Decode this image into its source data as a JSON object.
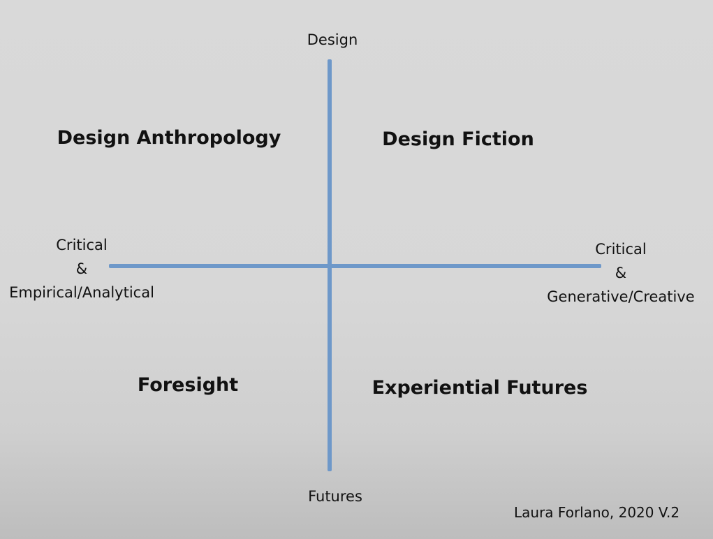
{
  "axes": {
    "top": "Design",
    "bottom": "Futures",
    "left": [
      "Critical",
      "&",
      "Empirical/Analytical"
    ],
    "right": [
      "Critical",
      "&",
      "Generative/Creative"
    ]
  },
  "quadrants": {
    "top_left": "Design Anthropology",
    "top_right": "Design Fiction",
    "bottom_left": "Foresight",
    "bottom_right": "Experiential Futures"
  },
  "credit": "Laura Forlano, 2020 V.2",
  "colors": {
    "axis": "#6e98c9",
    "background": "#d9d9d9",
    "text": "#111111"
  }
}
